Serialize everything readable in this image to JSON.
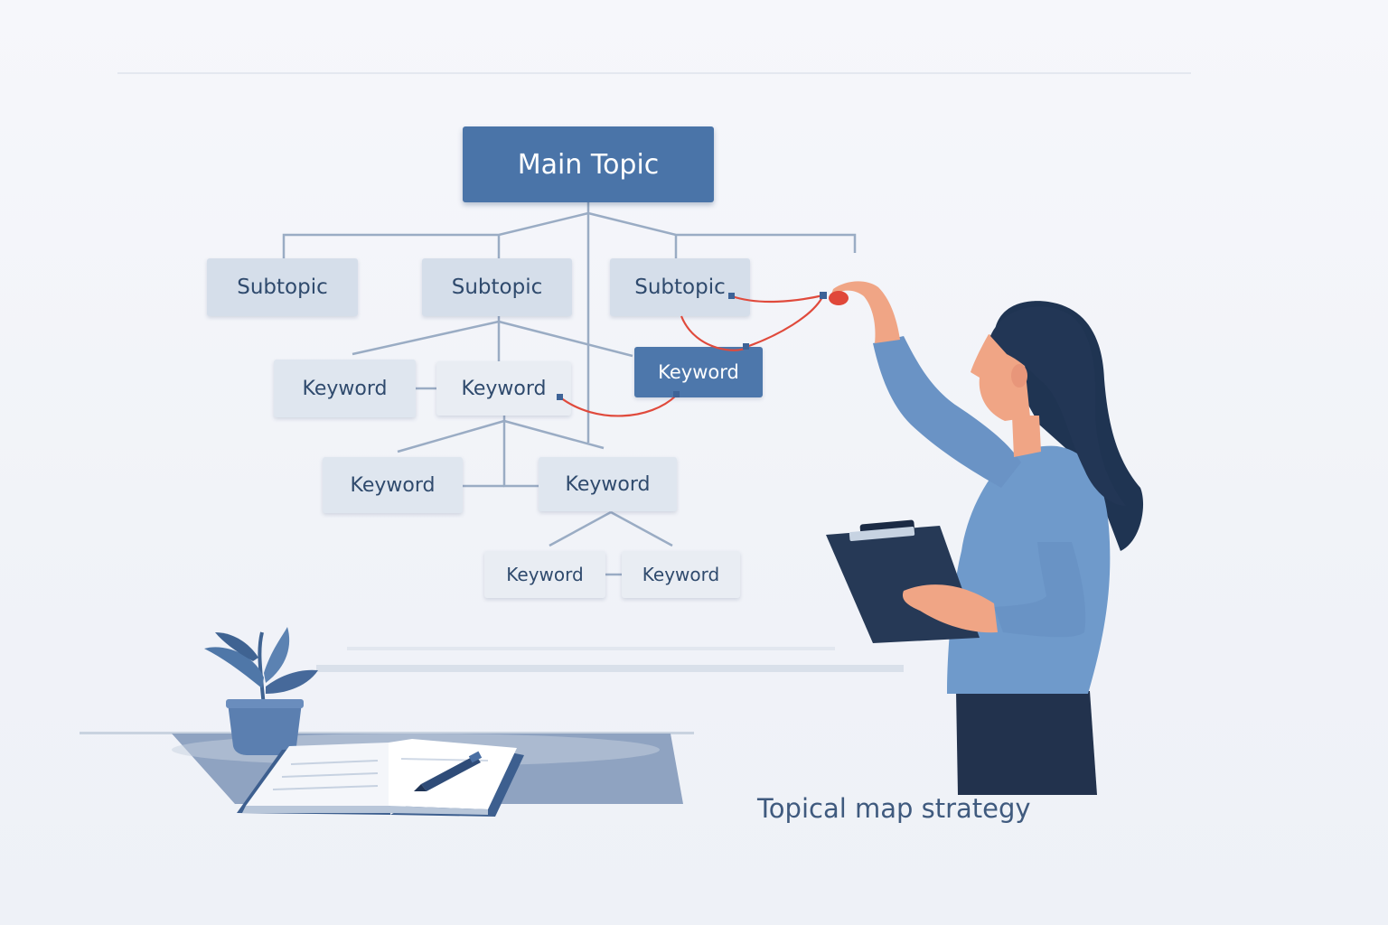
{
  "diagram": {
    "main_topic": "Main Topic",
    "subtopics": [
      "Subtopic",
      "Subtopic",
      "Subtopic"
    ],
    "keywords": [
      "Keyword",
      "Keyword",
      "Keyword",
      "Keyword",
      "Keyword",
      "Keyword",
      "Keyword"
    ]
  },
  "caption": "Topical map strategy",
  "colors": {
    "main_node": "#4a74a8",
    "subtopic_node": "#d5deea",
    "keyword_node": "#dfe6ef",
    "highlight_node": "#4d77ab",
    "connector": "#9aacc4",
    "link_red": "#e04a3c",
    "text": "#2f4a6d"
  },
  "icons": [
    "potted-plant-icon",
    "open-notebook-icon",
    "pen-icon",
    "clipboard-icon",
    "person-illustration"
  ]
}
